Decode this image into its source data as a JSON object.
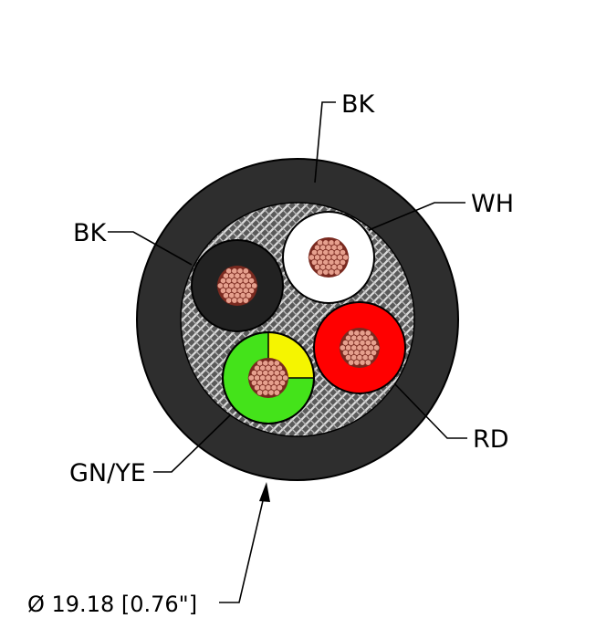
{
  "callouts": {
    "outer_jacket": "BK",
    "conductor_white": "WH",
    "conductor_black": "BK",
    "conductor_red": "RD",
    "conductor_ground": "GN/YE"
  },
  "dimension": {
    "diameter_text": "Ø 19.18 [0.76\"]"
  },
  "colors": {
    "jacket": "#2e2e2e",
    "shield_background": "#555555",
    "shield_weave": "#d9d9d9",
    "insulation_black": "#222222",
    "insulation_white": "#ffffff",
    "insulation_red": "#ff0000",
    "insulation_green": "#44e31a",
    "insulation_yellow": "#f5f500",
    "copper_strand": "#e6a08e",
    "copper_strand_edge": "#7a2a20"
  }
}
